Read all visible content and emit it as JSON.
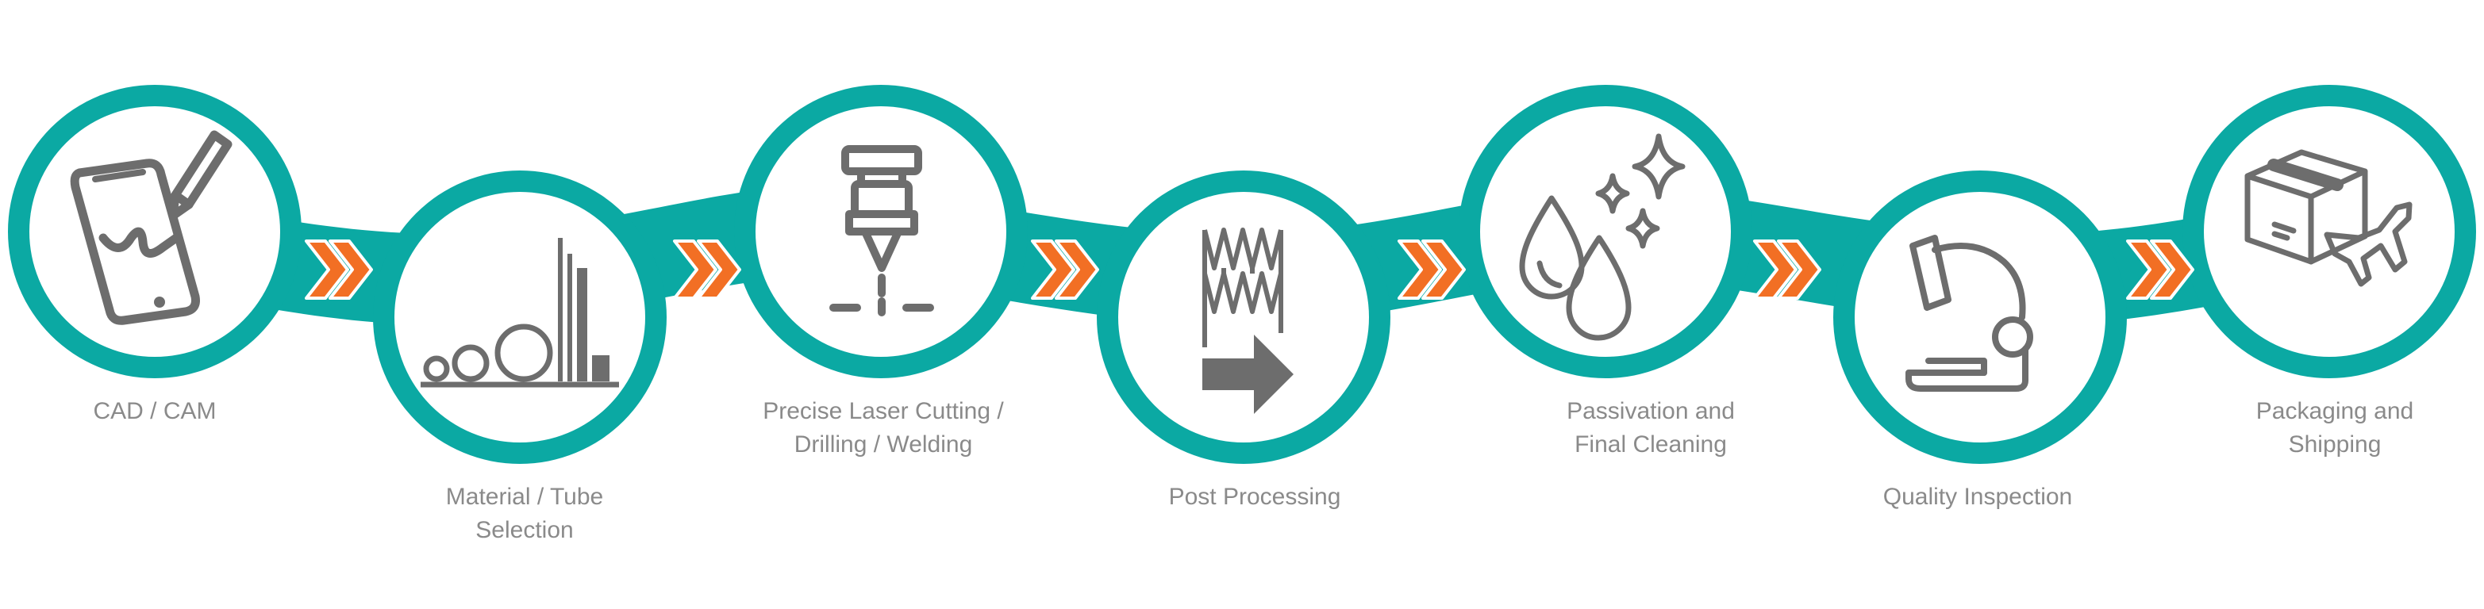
{
  "colors": {
    "band": "#0ba9a3",
    "circle": "#ffffff",
    "icon": "#6d6d6d",
    "arrow": "#f26f24",
    "label": "#8a8a8a"
  },
  "steps": [
    {
      "label_lines": [
        "CAD / CAM"
      ],
      "icon": "tablet-stylus-icon"
    },
    {
      "label_lines": [
        "Material / Tube",
        "Selection"
      ],
      "icon": "tube-bars-icon"
    },
    {
      "label_lines": [
        "Precise Laser Cutting /",
        "Drilling / Welding"
      ],
      "icon": "laser-cutter-icon"
    },
    {
      "label_lines": [
        "Post Processing"
      ],
      "icon": "stent-arrow-icon"
    },
    {
      "label_lines": [
        "Passivation and",
        "Final Cleaning"
      ],
      "icon": "drops-sparkle-icon"
    },
    {
      "label_lines": [
        "Quality Inspection"
      ],
      "icon": "microscope-icon"
    },
    {
      "label_lines": [
        "Packaging and",
        "Shipping"
      ],
      "icon": "package-plane-icon"
    }
  ],
  "connectors": [
    {
      "icon": "double-chevron-icon"
    },
    {
      "icon": "double-chevron-icon"
    },
    {
      "icon": "double-chevron-icon"
    },
    {
      "icon": "double-chevron-icon"
    },
    {
      "icon": "double-chevron-icon"
    },
    {
      "icon": "double-chevron-icon"
    }
  ]
}
